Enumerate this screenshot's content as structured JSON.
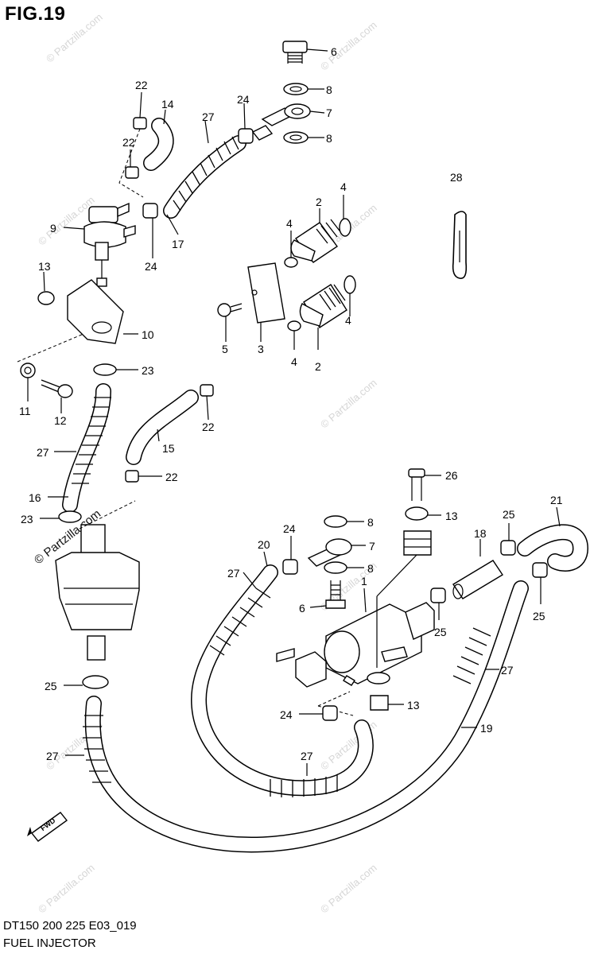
{
  "figure_title": "FIG.19",
  "footer": {
    "code": "DT150 200 225 E03_019",
    "name": "FUEL INJECTOR"
  },
  "watermark_text": "© Partzilla.com",
  "callouts": [
    "1",
    "2",
    "3",
    "4",
    "5",
    "6",
    "7",
    "8",
    "9",
    "10",
    "11",
    "12",
    "13",
    "14",
    "15",
    "16",
    "17",
    "18",
    "19",
    "20",
    "21",
    "22",
    "23",
    "24",
    "25",
    "26",
    "27",
    "28"
  ],
  "fwd_label": "FWD"
}
